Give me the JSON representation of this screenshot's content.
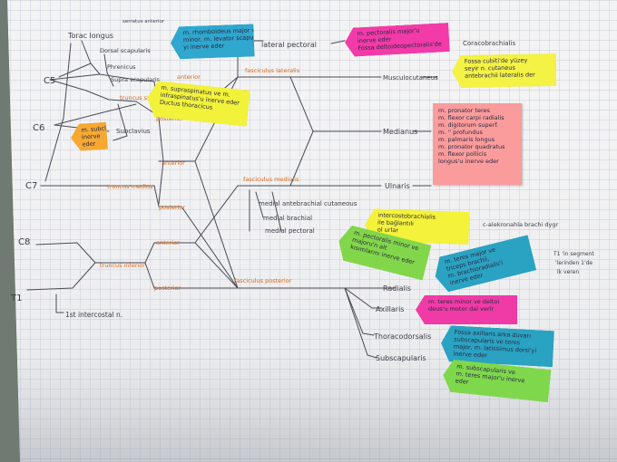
{
  "roots": [
    "C5",
    "C6",
    "C7",
    "C8",
    "T1"
  ],
  "trunks": [
    "truncus superior",
    "truncus medius",
    "truncus inferior"
  ],
  "divisions": [
    "anterior",
    "posterior",
    "anterior",
    "posterior",
    "anterior",
    "posterior"
  ],
  "cords": [
    "fasciculus lateralis",
    "fasciculus medialis",
    "fasciculus posterior"
  ],
  "nerves": {
    "top_left": [
      "Torac longus",
      "Dorsal scapularis",
      "Phrenicus",
      "Supra scapularis",
      "Subclavius"
    ],
    "top_left_small": "serratus anterior",
    "lateral_pectoral": "lateral pectoral",
    "musculocutaneus": "Musculocutaneus",
    "medianus": "Medianus",
    "ulnaris": "Ulnaris",
    "medial_cords": [
      "medial antebrachial cutaneous",
      "medial brachial",
      "medial pectoral"
    ],
    "radialis": "Radialis",
    "axillaris": "Axillaris",
    "thoracodorsalis": "Thoracodorsalis",
    "subscapularis": "Subscapularis",
    "first_intercostal": "1st intercostal n.",
    "coracobrachialis_note": "Coracobrachialis",
    "corner_note": "c-alekronahla brachi dygr",
    "t1_side_note": [
      "T1 'in segment",
      "'lerinden 1'de",
      "lk veren"
    ]
  },
  "notes": {
    "blue1": [
      "m. rhomboideus major ve",
      "minor, m. levator scapulae",
      "yı inerve eder"
    ],
    "pink1": [
      "m. pectoralis major'u",
      "inerve eder",
      "Fossa deltoideopectoralis'de"
    ],
    "yellow1": [
      "m. supraspinatus ve m.",
      "infraspinatus'u inerve eder",
      "Ductus thoracicus"
    ],
    "orange1": [
      "m. subclavius'u",
      "inerve",
      "eder"
    ],
    "yellow2": [
      "Fossa cubiti'de yüzey",
      "seyir n. cutaneus",
      "antebrachii lateralis der"
    ],
    "pink_big": [
      "m. pronator teres",
      "m. flexor carpi radialis",
      "m. digitorum superf.",
      "m. '' profundus",
      "m. palmaris longus",
      "m. pronator quadratus",
      "m. flexor pollicis",
      "longus'u inerve eder"
    ],
    "yellow3": [
      "intercostobrachialis",
      "ile bağlantılı",
      "ol urlar"
    ],
    "green1": [
      "m. pectoralis minor ve",
      "majoru'n alt",
      "kısımlarını inerve eder"
    ],
    "blue2": [
      "m. teres major ve",
      "triceps brachii,",
      "m. brachioradialis'i",
      "inerve eder"
    ],
    "pink2": [
      "m. teres minor ve deltoi",
      "deus'u motor dal verir"
    ],
    "blue3": [
      "Fossa axillaris arka duvarı",
      "subscapularis ve teres",
      "major, m. latissimus dorsi'yi",
      "inerve eder"
    ],
    "green2": [
      "m. subscapularis ve",
      "m. teres major'u inerve",
      "eder"
    ]
  }
}
